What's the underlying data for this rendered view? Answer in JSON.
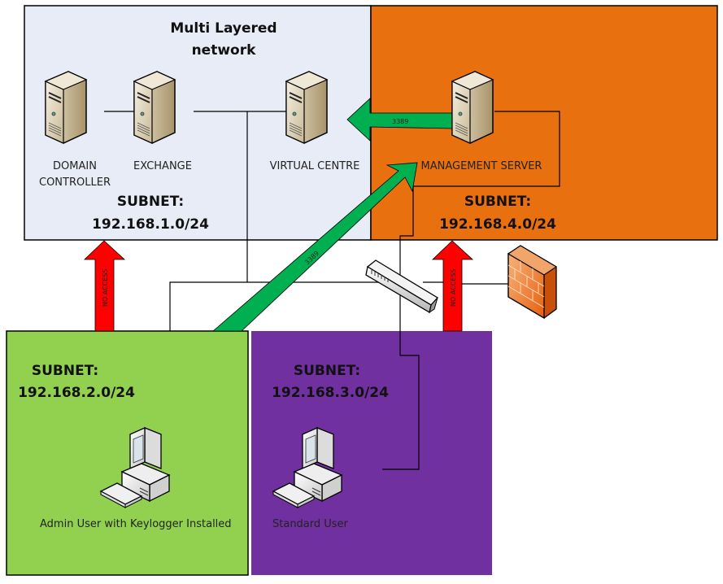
{
  "title": {
    "line1": "Multi Layered",
    "line2": "network"
  },
  "colors": {
    "zone1": "#e7ecf6",
    "zone4": "#e8700f",
    "zone2": "#92d050",
    "zone3": "#7030a0",
    "allowed_arrow": "#00b050",
    "denied_arrow": "#ff0000",
    "firewall": "#f07a2a"
  },
  "zones": {
    "zone1": {
      "label": "SUBNET:",
      "subnet": "192.168.1.0/24"
    },
    "zone4": {
      "label": "SUBNET:",
      "subnet": "192.168.4.0/24"
    },
    "zone2": {
      "label": "SUBNET:",
      "subnet": "192.168.2.0/24"
    },
    "zone3": {
      "label": "SUBNET:",
      "subnet": "192.168.3.0/24"
    }
  },
  "nodes": {
    "domain_controller": {
      "line1": "DOMAIN",
      "line2": "CONTROLLER",
      "icon": "server-icon"
    },
    "exchange": {
      "label": "EXCHANGE",
      "icon": "server-icon"
    },
    "virtual_centre": {
      "label": "VIRTUAL CENTRE",
      "icon": "server-icon"
    },
    "management_server": {
      "label": "MANAGEMENT SERVER",
      "icon": "server-icon"
    },
    "admin_user": {
      "label": "Admin User with Keylogger Installed",
      "icon": "workstation-icon"
    },
    "standard_user": {
      "label": "Standard User",
      "icon": "workstation-icon"
    },
    "switch": {
      "icon": "switch-icon"
    },
    "firewall": {
      "icon": "firewall-icon"
    }
  },
  "arrows": {
    "mgmt_to_vc": {
      "label": "3389"
    },
    "admin_to_mgmt": {
      "label": "3389"
    },
    "admin_blocked": {
      "label": "NO ACCESS"
    },
    "standard_blocked": {
      "label": "NO ACCESS"
    }
  }
}
